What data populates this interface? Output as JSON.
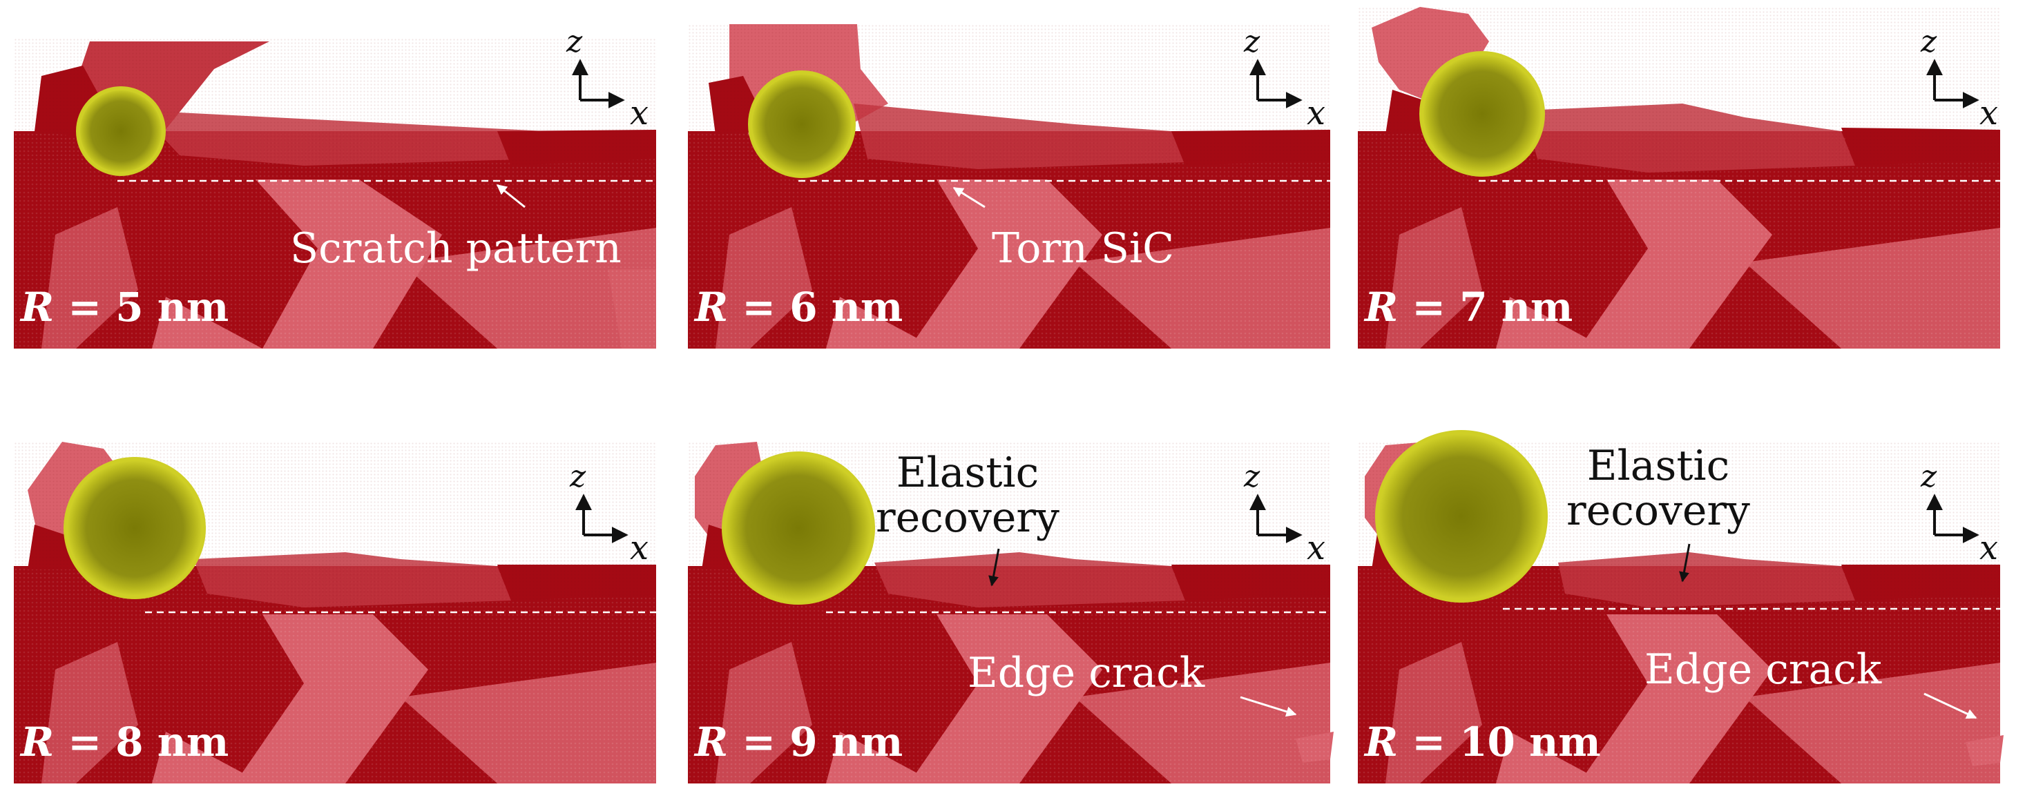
{
  "panels": [
    {
      "radius_label": "= 5 nm",
      "r_symbol": "R",
      "axis_z": "z",
      "axis_x": "x",
      "annotations": [
        {
          "text": "Scratch pattern",
          "style": "light"
        }
      ]
    },
    {
      "radius_label": "= 6 nm",
      "r_symbol": "R",
      "axis_z": "z",
      "axis_x": "x",
      "annotations": [
        {
          "text": "Torn SiC",
          "style": "light"
        }
      ]
    },
    {
      "radius_label": "= 7 nm",
      "r_symbol": "R",
      "axis_z": "z",
      "axis_x": "x",
      "annotations": []
    },
    {
      "radius_label": "= 8 nm",
      "r_symbol": "R",
      "axis_z": "z",
      "axis_x": "x",
      "annotations": []
    },
    {
      "radius_label": "= 9 nm",
      "r_symbol": "R",
      "axis_z": "z",
      "axis_x": "x",
      "annotations": [
        {
          "text": "Elastic",
          "style": "dark"
        },
        {
          "text": "recovery",
          "style": "dark"
        },
        {
          "text": "Edge crack",
          "style": "light"
        }
      ]
    },
    {
      "radius_label": "= 10 nm",
      "r_symbol": "R",
      "axis_z": "z",
      "axis_x": "x",
      "annotations": [
        {
          "text": "Elastic",
          "style": "dark"
        },
        {
          "text": "recovery",
          "style": "dark"
        },
        {
          "text": "Edge crack",
          "style": "light"
        }
      ]
    }
  ],
  "colors": {
    "substrate_dark": "#a40a14",
    "grain_light": "#d9606b",
    "debris_mid": "#c23641",
    "tool_yellow": "#8a8a10",
    "tool_rim": "#c2c21f",
    "scratch_line": "#ffffff",
    "background": "#ffffff"
  }
}
